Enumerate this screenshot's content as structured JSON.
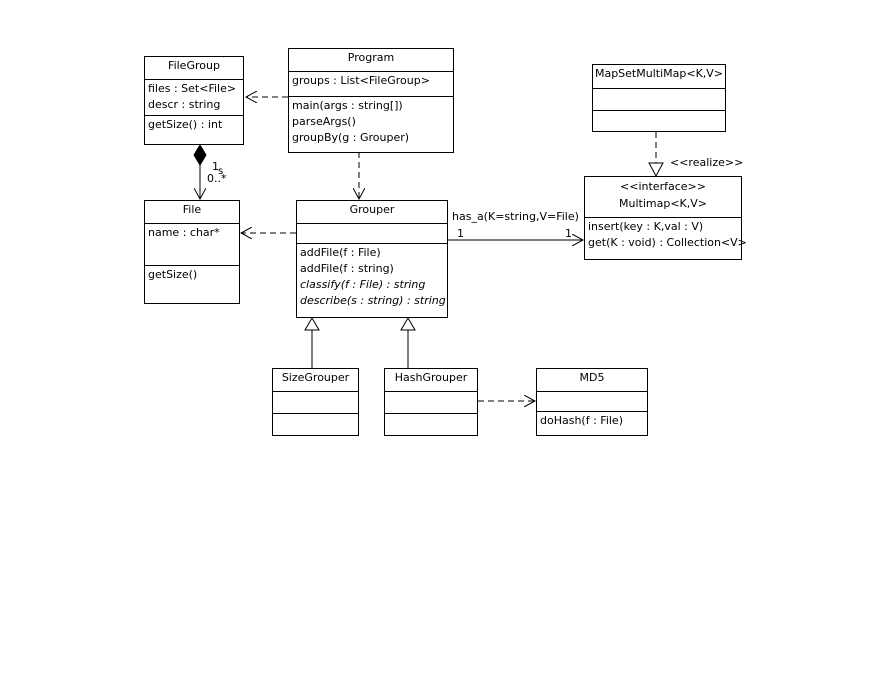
{
  "classes": {
    "filegroup": {
      "name": "FileGroup",
      "attributes": [
        "files : Set<File>",
        "descr : string"
      ],
      "operations": [
        "getSize() : int"
      ]
    },
    "program": {
      "name": "Program",
      "attributes": [
        "groups : List<FileGroup>"
      ],
      "operations": [
        "main(args : string[])",
        "parseArgs()",
        "groupBy(g : Grouper)"
      ]
    },
    "mapsetmultimap": {
      "name": "MapSetMultiMap<K,V>"
    },
    "multimap": {
      "stereotype": "<<interface>>",
      "name": "Multimap<K,V>",
      "operations": [
        "insert(key : K,val : V)",
        "get(K : void) : Collection<V>"
      ]
    },
    "file": {
      "name": "File",
      "attributes": [
        "name : char*"
      ],
      "operations": [
        "getSize()"
      ]
    },
    "grouper": {
      "name": "Grouper",
      "operations": [
        "addFile(f : File)",
        "addFile(f : string)",
        "classify(f : File) : string",
        "describe(s : string) : string"
      ]
    },
    "sizegrouper": {
      "name": "SizeGrouper"
    },
    "hashgrouper": {
      "name": "HashGrouper"
    },
    "md5": {
      "name": "MD5",
      "operations": [
        "doHash(f : File)"
      ]
    }
  },
  "labels": {
    "realize": "<<realize>>",
    "has_a": "has_a(K=string,V=File)",
    "has_a_src_mult": "1",
    "has_a_dst_mult": "1",
    "comp_one": "1",
    "comp_many": "0..*",
    "comp_label": "s"
  }
}
